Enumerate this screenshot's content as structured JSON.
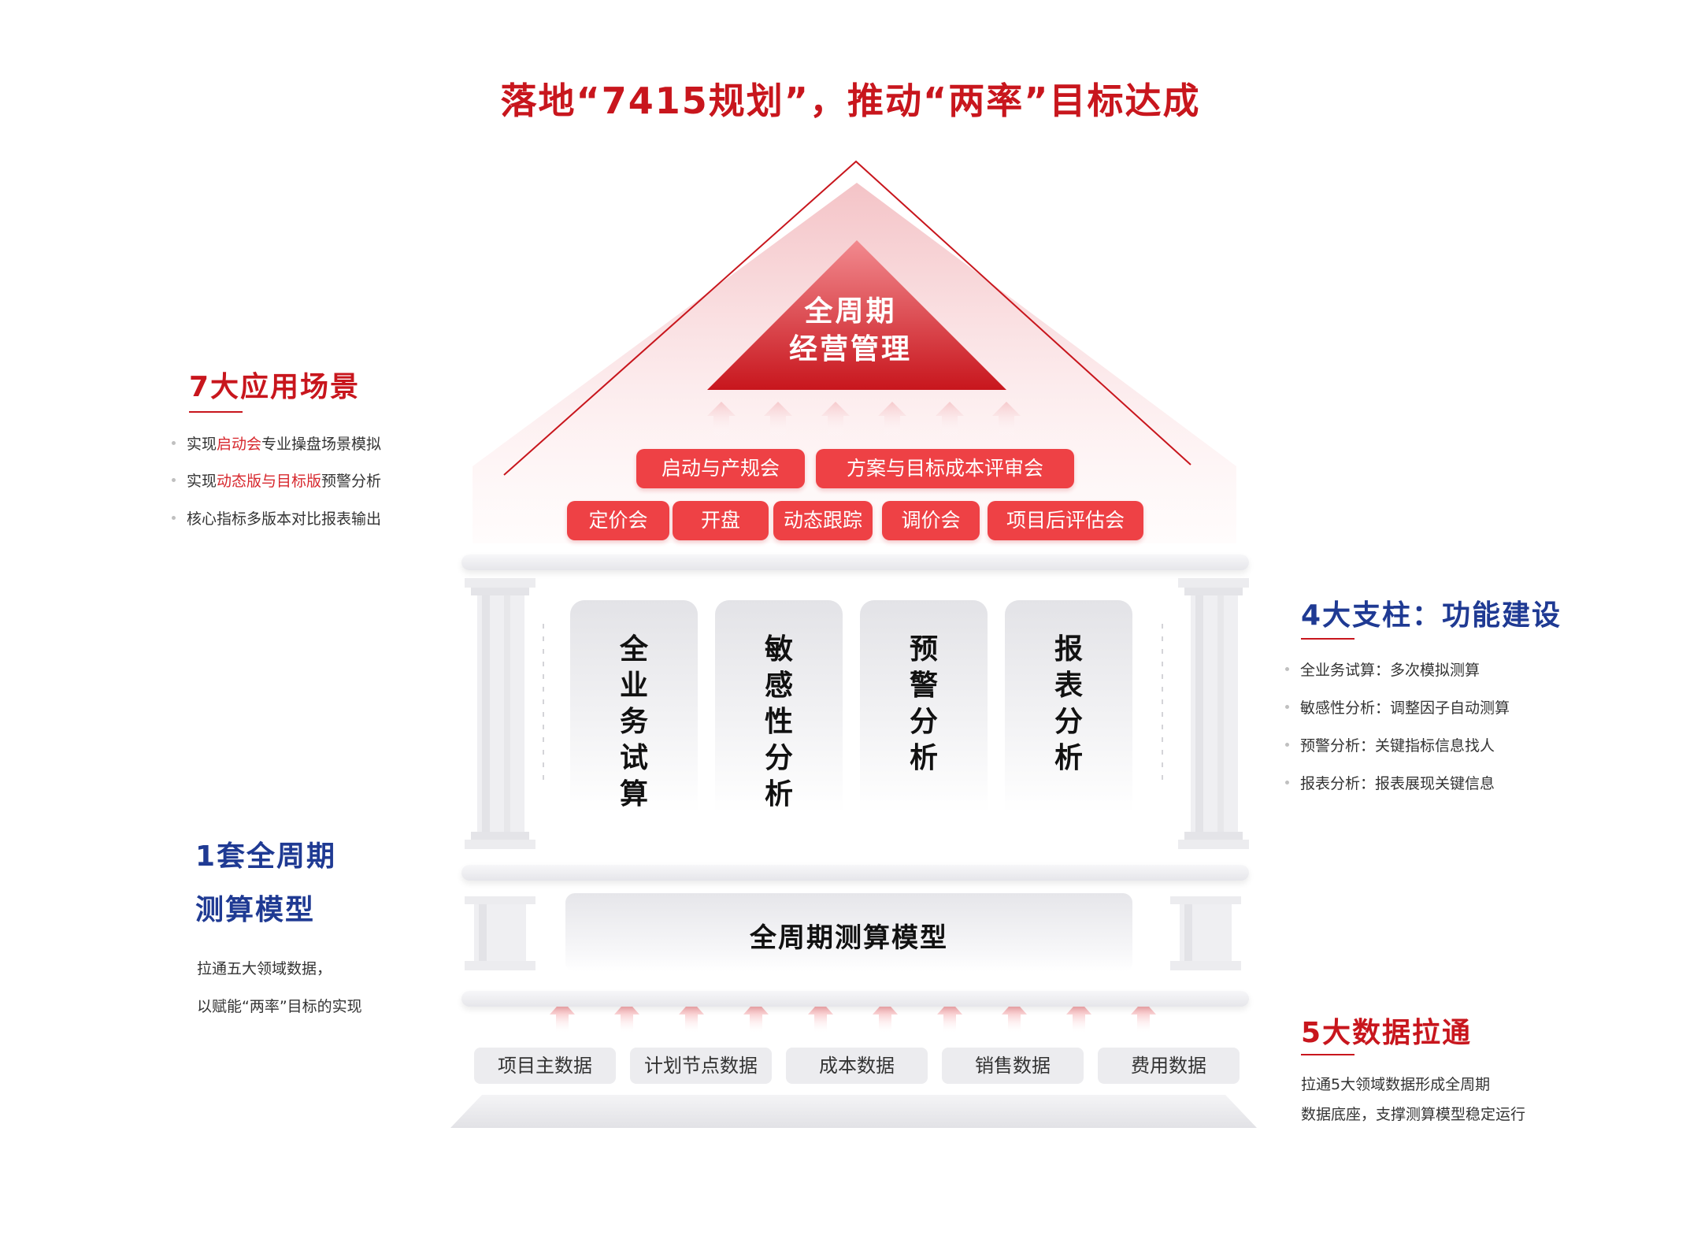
{
  "title": "落地“7415规划”，推动“两率”目标达成",
  "roof": {
    "line1": "全周期",
    "line2": "经营管理",
    "row1": [
      "启动与产规会",
      "方案与目标成本评审会"
    ],
    "row2": [
      "定价会",
      "开盘",
      "动态跟踪",
      "调价会",
      "项目后评估会"
    ]
  },
  "pillars": [
    "全业务试算",
    "敏感性分析",
    "预警分析",
    "报表分析"
  ],
  "model_label": "全周期测算模型",
  "data_sources": [
    "项目主数据",
    "计划节点数据",
    "成本数据",
    "销售数据",
    "费用数据"
  ],
  "left_top": {
    "title": "7大应用场景",
    "items": [
      {
        "pre": "实现",
        "hl": "启动会",
        "post": "专业操盘场景模拟"
      },
      {
        "pre": "实现",
        "hl": "动态版与目标版",
        "post": "预警分析"
      },
      {
        "pre": "核心指标多版本对比报表输出",
        "hl": "",
        "post": ""
      }
    ]
  },
  "left_bottom": {
    "title_line1": "1套全周期",
    "title_line2": "测算模型",
    "desc_line1": "拉通五大领域数据，",
    "desc_line2": "以赋能“两率”目标的实现"
  },
  "right_top": {
    "title": "4大支柱：功能建设",
    "items": [
      "全业务试算：多次模拟测算",
      "敏感性分析：调整因子自动测算",
      "预警分析：关键指标信息找人",
      "报表分析：报表展现关键信息"
    ]
  },
  "right_bottom": {
    "title": "5大数据拉通",
    "desc_line1": "拉通5大领域数据形成全周期",
    "desc_line2": "数据底座，支撑测算模型稳定运行"
  },
  "colors": {
    "brand_red": "#c8161d",
    "pill_red": "#ee4145",
    "navy": "#1f3a93"
  }
}
